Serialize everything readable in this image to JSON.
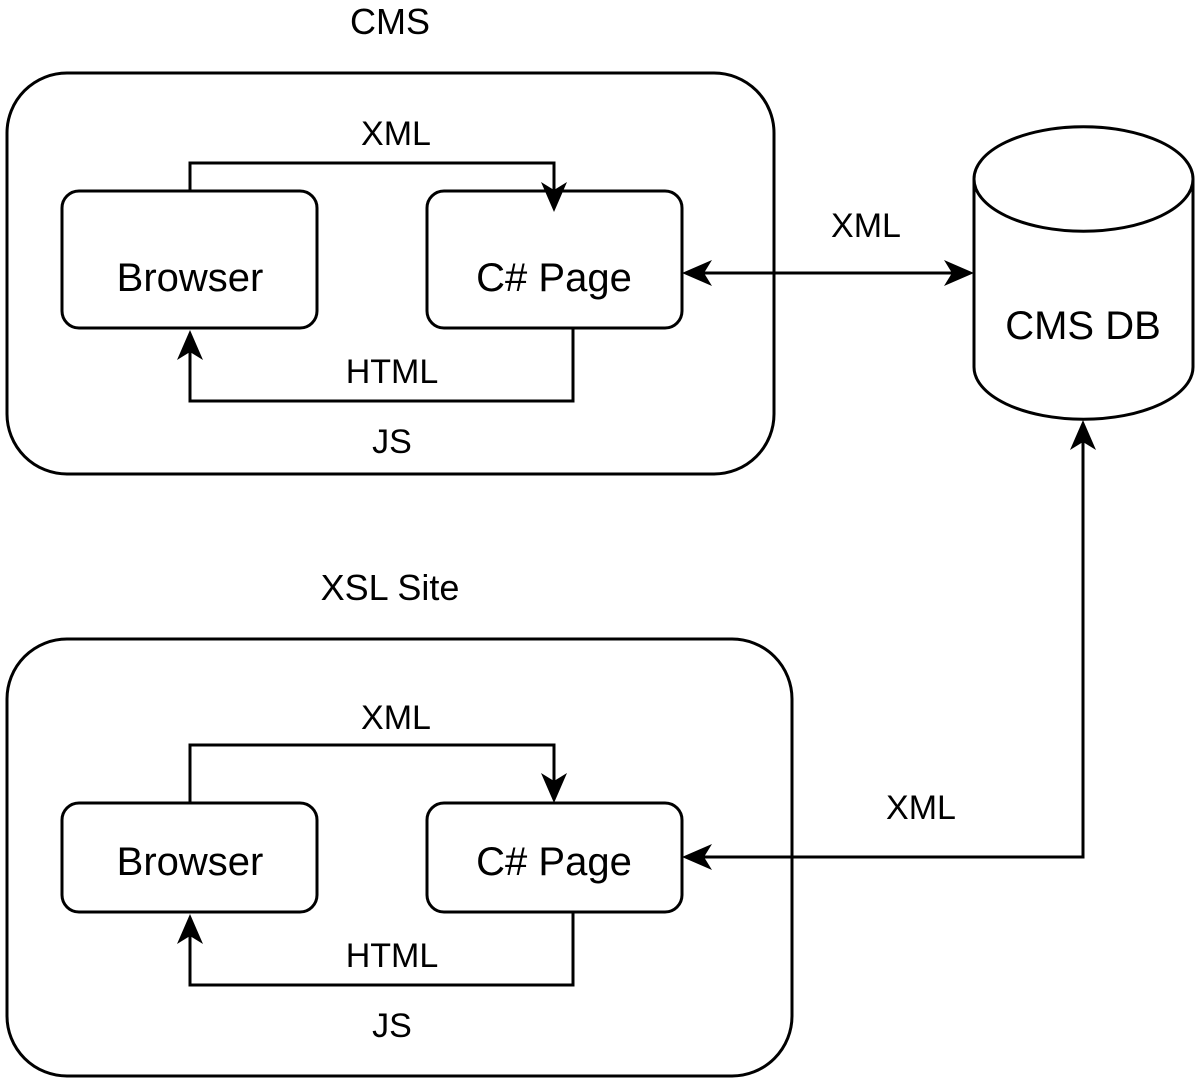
{
  "diagram": {
    "colors": {
      "stroke": "#000000",
      "background": "#ffffff"
    },
    "cms": {
      "title": "CMS",
      "browser_label": "Browser",
      "page_label": "C# Page",
      "request_label": "XML",
      "response_label": "HTML",
      "script_label": "JS"
    },
    "xsl_site": {
      "title": "XSL Site",
      "browser_label": "Browser",
      "page_label": "C# Page",
      "request_label": "XML",
      "response_label": "HTML",
      "script_label": "JS"
    },
    "database": {
      "label": "CMS DB"
    },
    "links": {
      "cms_to_db_label": "XML",
      "db_to_xsl_label": "XML"
    }
  }
}
